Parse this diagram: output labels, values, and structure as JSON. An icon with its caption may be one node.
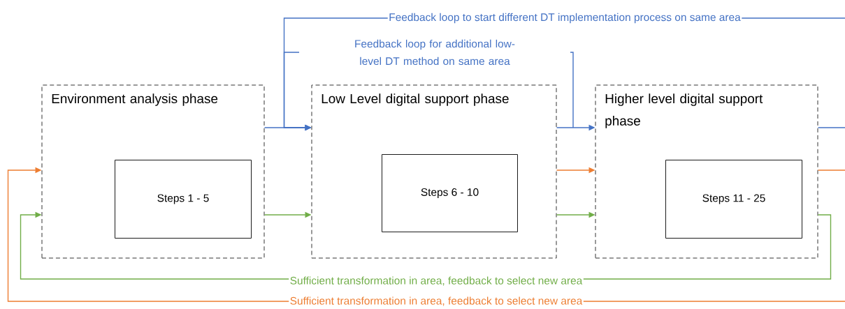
{
  "diagram": {
    "nodes": [
      {
        "text": [
          "Environment analysis phase"
        ]
      },
      {
        "text": [
          "Steps 1 - 5"
        ],
        "in": 0
      },
      {
        "text": [
          "Low Level digital support phase"
        ]
      },
      {
        "text": [
          "Steps 6 - 10"
        ],
        "in": 2
      },
      {
        "text": [
          "Higher level digital support phase"
        ]
      },
      {
        "text": [
          "Steps 11 - 25"
        ],
        "in": 4
      }
    ],
    "edges": [
      {
        "from": 0,
        "to": 2,
        "arrow": "to"
      },
      {
        "from": 2,
        "to": 4,
        "arrow": "to"
      },
      {
        "from": 4,
        "to": null,
        "arrow": "none"
      },
      {
        "from": null,
        "to": 2,
        "arrow": "to",
        "label": "Feedback loop to start different DT implementation process on same area"
      },
      {
        "from": null,
        "to": 2,
        "arrow": "to",
        "label": "Feedback loop for additional low-level DT method on same area"
      },
      {
        "from": 2,
        "to": 4,
        "arrow": "to",
        "color": "#ed7d31"
      },
      {
        "from": 4,
        "to": null,
        "arrow": "none",
        "color": "#ed7d31"
      },
      {
        "from": null,
        "to": 0,
        "arrow": "to",
        "color": "#ed7d31",
        "label": "Sufficient transformation in area, feedback to select new area"
      },
      {
        "from": 0,
        "to": 2,
        "arrow": "to",
        "color": "#70ad47"
      },
      {
        "from": 2,
        "to": 4,
        "arrow": "to",
        "color": "#70ad47"
      },
      {
        "from": 4,
        "to": 0,
        "arrow": "to",
        "color": "#70ad47",
        "label": "Sufficient transformation in area, feedback to select new area"
      }
    ]
  }
}
